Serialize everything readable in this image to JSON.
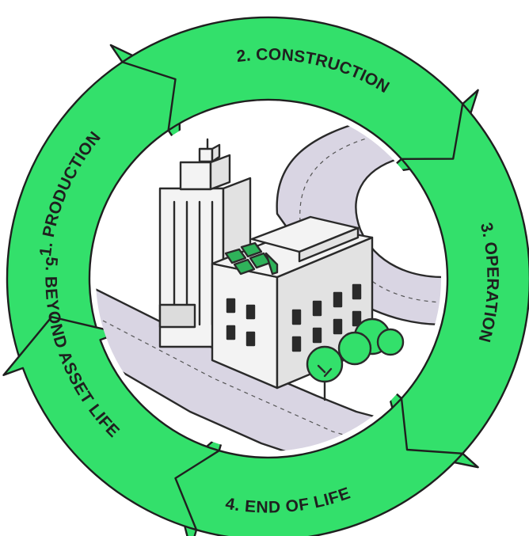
{
  "diagram": {
    "stages": [
      {
        "label": "1. PRODUCTION"
      },
      {
        "label": "2. CONSTRUCTION"
      },
      {
        "label": "3. OPERATION"
      },
      {
        "label": "4. END OF LIFE"
      },
      {
        "label": "5. BEYOND ASSET LIFE"
      }
    ]
  },
  "colors": {
    "arrow": "#33e06b",
    "label": "#1f1f1f",
    "road": "#d9d5e3",
    "building": "#f3f3f3",
    "solar_panel": "#2fb25a",
    "window": "#2a2a2a",
    "tree": "#33e06b"
  },
  "illustration": {
    "subject": "city-block-with-buildings-road-and-trees"
  }
}
